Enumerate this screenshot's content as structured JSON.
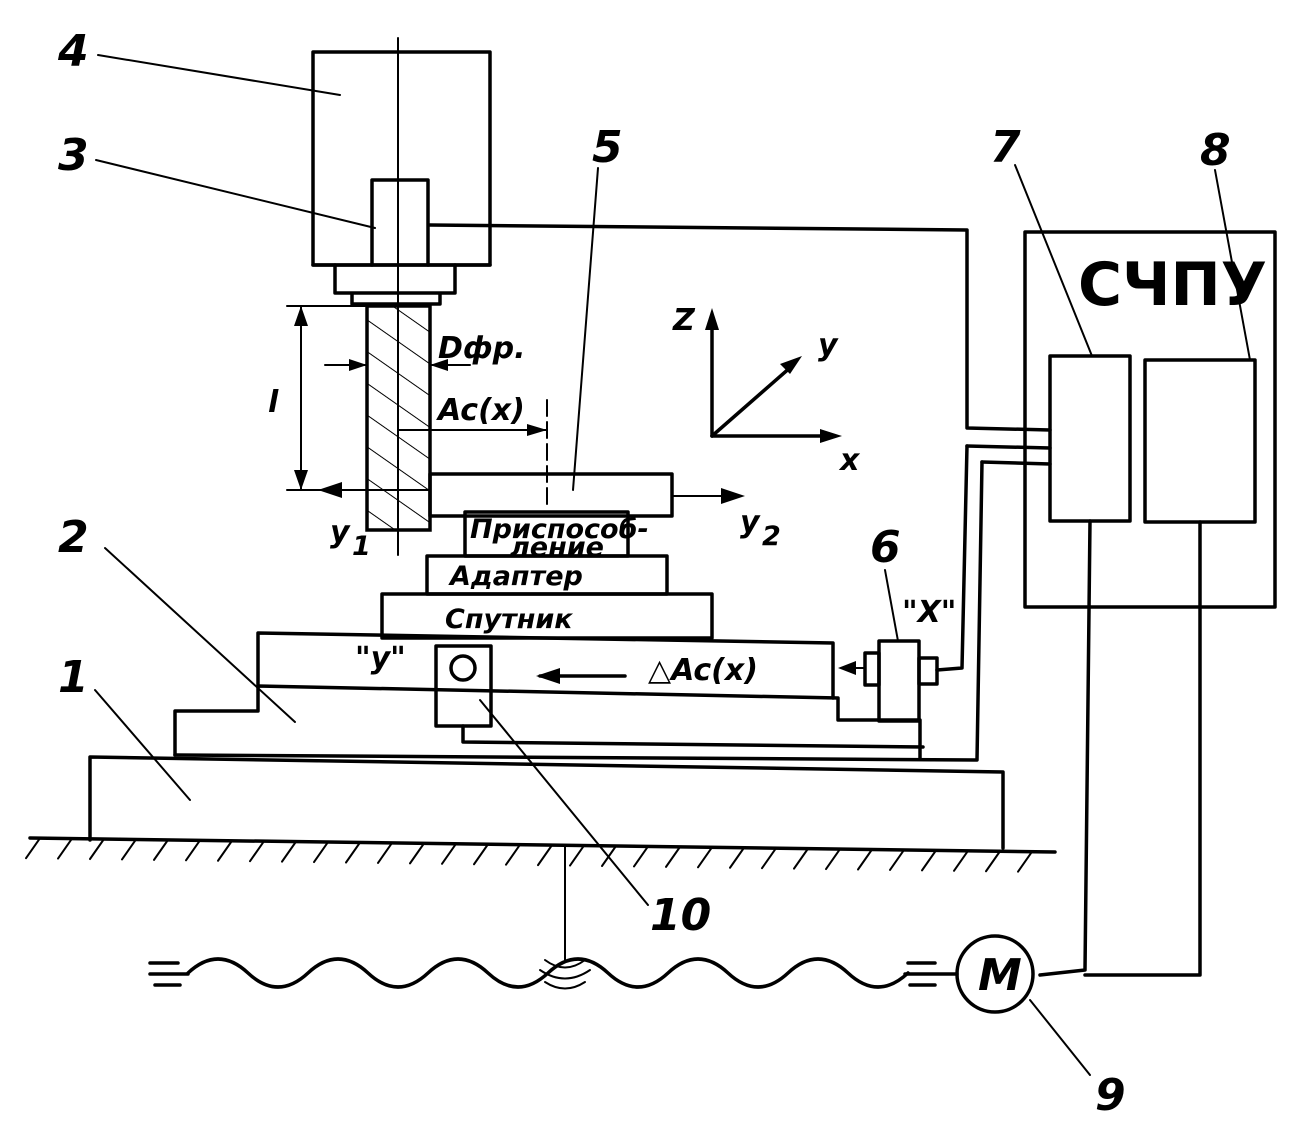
{
  "labels": {
    "n1": "1",
    "n2": "2",
    "n3": "3",
    "n4": "4",
    "n5": "5",
    "n6": "6",
    "n7": "7",
    "n8": "8",
    "n9": "9",
    "n10": "10",
    "cnc": "СЧПУ",
    "fixture_line1": "Приспособ-",
    "fixture_line2": "ление",
    "adapter": "Адаптер",
    "satellite": "Спутник",
    "cutter_diameter": "Dфр.",
    "ac_x": "Ac(x)",
    "delta_ac_x": "△Ac(x)",
    "length_l": "l",
    "y1": "y",
    "y1_sub": "1",
    "y2": "y",
    "y2_sub": "2",
    "axis_y_quoted": "\"y\"",
    "axis_x_quoted": "\"X\"",
    "axis_z": "Z",
    "axis_y": "y",
    "axis_x": "x",
    "motor": "M"
  }
}
